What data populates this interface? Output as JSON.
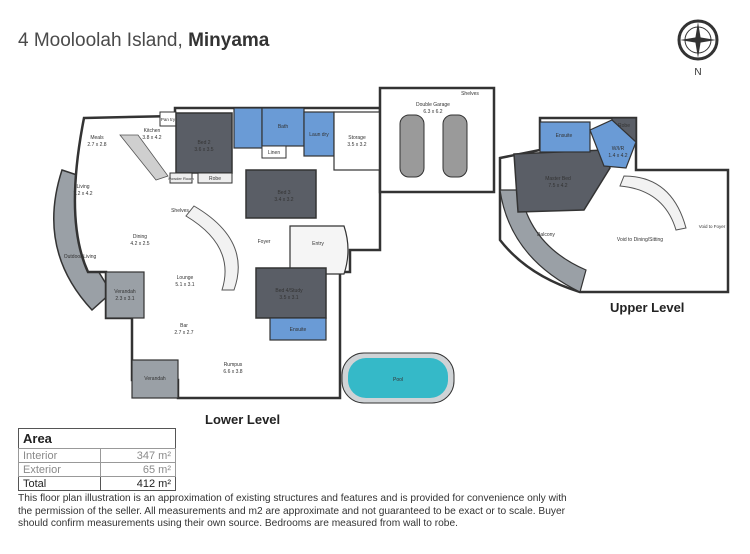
{
  "title": {
    "address": "4 Mooloolah Island,",
    "suburb": "Minyama"
  },
  "compass": {
    "label": "N",
    "icon": "compass-icon"
  },
  "levels": {
    "lower": "Lower Level",
    "upper": "Upper Level"
  },
  "rooms": {
    "pantry": "Pan try",
    "meals": "Meals",
    "meals_dim": "2.7 x 2.8",
    "kitchen": "Kitchen",
    "kitchen_dim": "3.8 x 4.2",
    "bed2": "Bed 2",
    "bed2_dim": "3.6 x 3.5",
    "robe": "Robe",
    "powder": "Powder Room",
    "bath": "Bath",
    "linen": "Linen",
    "laundry": "Laun dry",
    "storage": "Storage",
    "storage_dim": "3.5 x 3.2",
    "garage": "Double Garage",
    "garage_dim": "6.3 x 6.2",
    "shelves": "Shelves",
    "living": "Living",
    "living_dim": "7.2 x 4.2",
    "outdoor": "Outdoor Living",
    "shelves2": "Shelves",
    "bed3": "Bed 3",
    "bed3_dim": "3.4 x 3.2",
    "dining": "Dining",
    "dining_dim": "4.2 x 2.5",
    "foyer": "Foyer",
    "entry": "Entry",
    "lounge": "Lounge",
    "lounge_dim": "5.1 x 3.1",
    "verandah1": "Verandah",
    "verandah1_dim": "2.3 x 3.1",
    "bed4": "Bed 4/Study",
    "bed4_dim": "3.5 x 3.1",
    "ensuite1": "Ensuite",
    "bar": "Bar",
    "bar_dim": "2.7 x 2.7",
    "rumpus": "Rumpus",
    "rumpus_dim": "6.6 x 3.8",
    "verandah2": "Verandah",
    "pool": "Pool",
    "ensuite2": "Ensuite",
    "robe2": "Robe",
    "master": "Master Bed",
    "master_dim": "7.5 x 4.2",
    "wir": "W/I/R",
    "wir_dim": "1.4 x 4.2",
    "balcony": "Balcony",
    "void_ds": "Void to Dining/Sitting",
    "void_foyer": "Void to Foyer"
  },
  "area": {
    "heading": "Area",
    "rows": [
      {
        "label": "Interior",
        "value": "347 m²"
      },
      {
        "label": "Exterior",
        "value": "65 m²"
      },
      {
        "label": "Total",
        "value": "412 m²"
      }
    ]
  },
  "disclaimer": "This floor plan illustration is an approximation of existing structures and features and is provided for convenience only with the permission of the seller. All measurements and m2 are approximate and not guaranteed to be exact or to scale. Buyer should confirm measurements using their own source. Bedrooms are measured from wall to robe.",
  "colors": {
    "wall": "#333333",
    "dark_room": "#5a5e66",
    "wet_room": "#6a9bd6",
    "deck": "#9aa0a6",
    "pool": "#35b9c8"
  }
}
